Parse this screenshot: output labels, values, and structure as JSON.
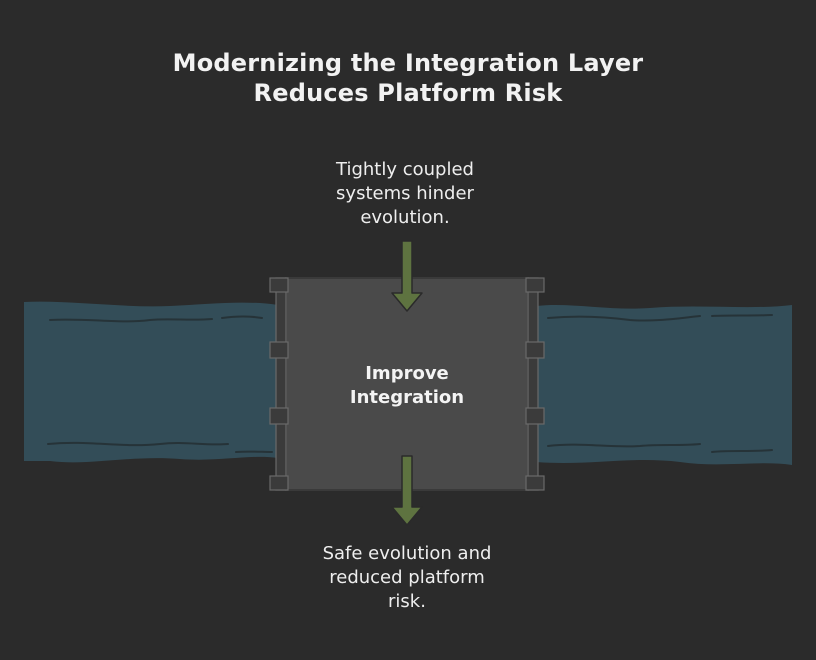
{
  "title": {
    "line1": "Modernizing the Integration Layer",
    "line2": "Reduces Platform Risk"
  },
  "input_label": {
    "line1": "Tightly coupled",
    "line2": "systems hinder",
    "line3": "evolution."
  },
  "center_label": {
    "line1": "Improve",
    "line2": "Integration"
  },
  "output_label": {
    "line1": "Safe evolution and",
    "line2": "reduced platform",
    "line3": "risk."
  },
  "colors": {
    "background": "#2b2b2b",
    "water": "#334d58",
    "gate": "#4a4a4a",
    "arrow": "#5e7340"
  }
}
